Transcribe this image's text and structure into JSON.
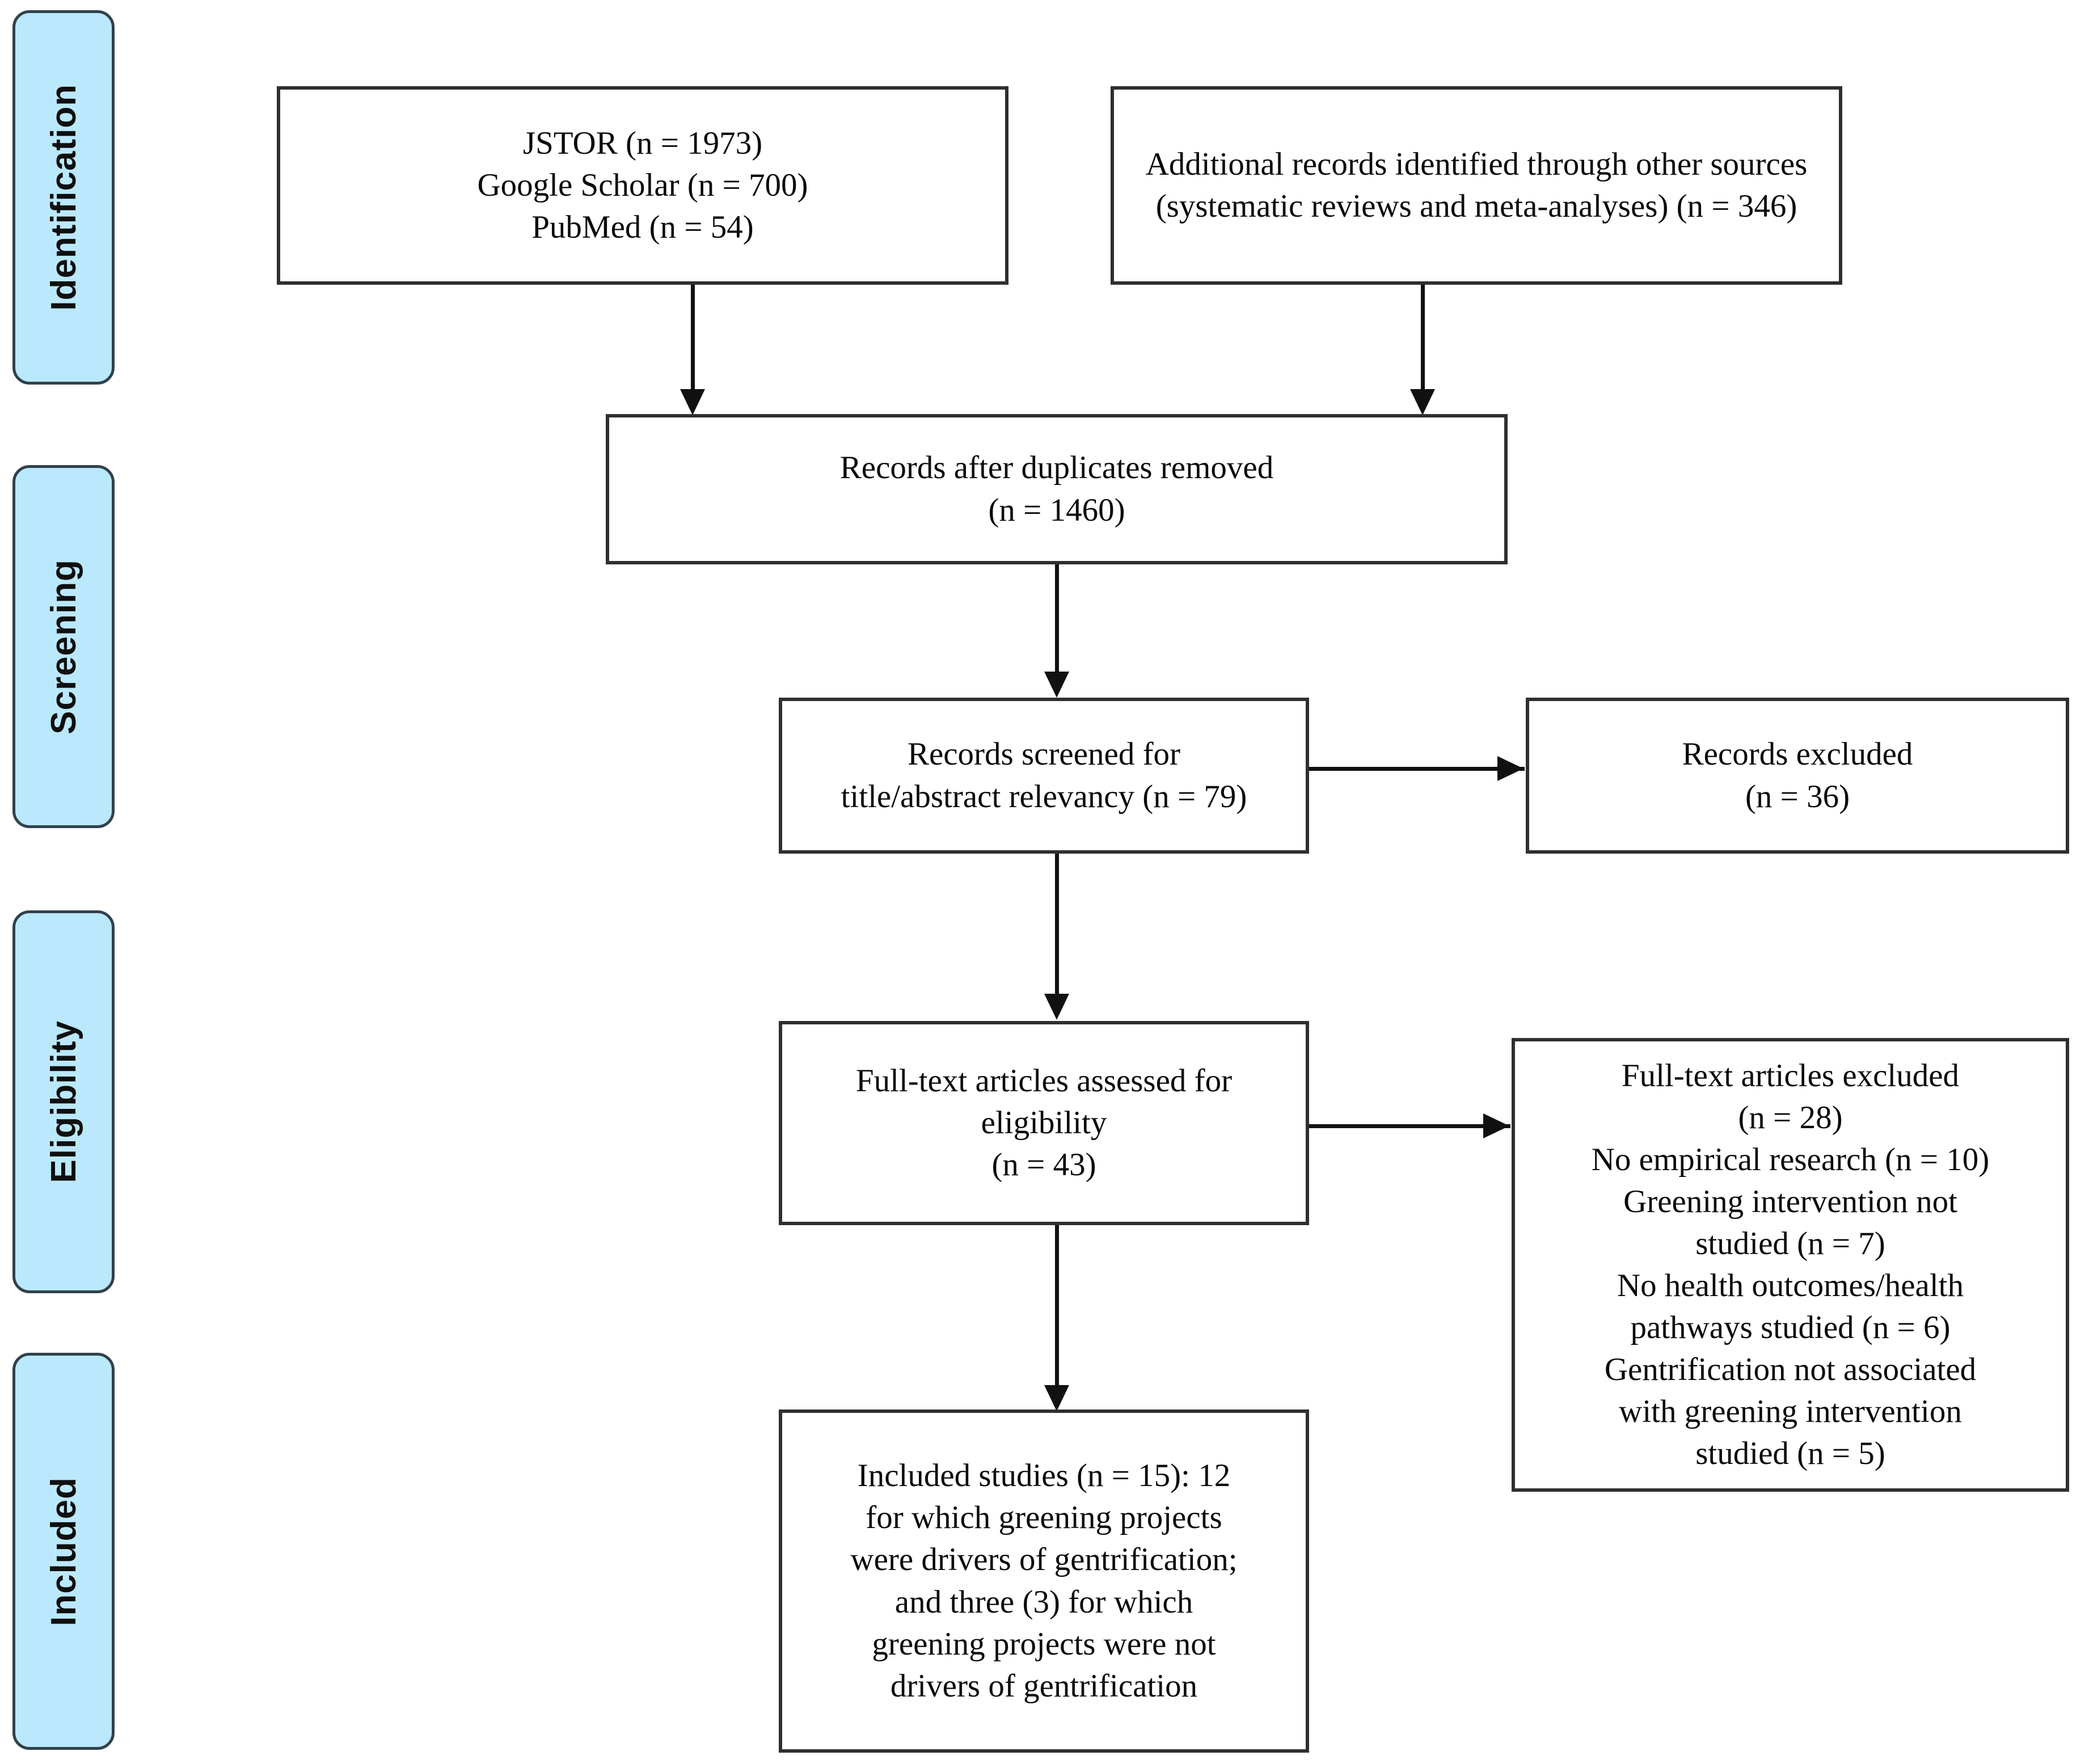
{
  "diagram": {
    "type": "prisma-flow-diagram",
    "accent_color": "#bae8fd",
    "border_color": "#2f2f2f",
    "connector_color": "#111111",
    "background": "#ffffff"
  },
  "phases": [
    {
      "id": "identification",
      "label": "Identification"
    },
    {
      "id": "screening",
      "label": "Screening"
    },
    {
      "id": "eligibility",
      "label": "Eligibility"
    },
    {
      "id": "included",
      "label": "Included"
    }
  ],
  "boxes": {
    "databases": {
      "text": "JSTOR (n = 1973)\nGoogle Scholar (n = 700)\nPubMed (n = 54)",
      "sources": [
        {
          "name": "JSTOR",
          "n": 1973
        },
        {
          "name": "Google Scholar",
          "n": 700
        },
        {
          "name": "PubMed",
          "n": 54
        }
      ]
    },
    "other_sources": {
      "text": "Additional records identified through other sources (systematic reviews and meta-analyses) (n = 346)",
      "n": 346
    },
    "duplicates_removed": {
      "text": "Records after duplicates removed\n(n = 1460)",
      "n": 1460
    },
    "records_screened": {
      "text": "Records screened for\ntitle/abstract relevancy (n = 79)",
      "n": 79
    },
    "records_excluded": {
      "text": "Records excluded\n(n = 36)",
      "n": 36
    },
    "fulltext_assessed": {
      "text": "Full-text articles assessed for\neligibility\n(n = 43)",
      "n": 43
    },
    "fulltext_excluded": {
      "text": "Full-text articles excluded\n(n = 28)\nNo empirical research (n = 10)\nGreening intervention not\nstudied (n = 7)\nNo health outcomes/health\npathways studied (n = 6)\nGentrification not associated\nwith greening intervention\nstudied (n = 5)",
      "n": 28,
      "reasons": [
        {
          "reason": "No empirical research",
          "n": 10
        },
        {
          "reason": "Greening intervention not studied",
          "n": 7
        },
        {
          "reason": "No health outcomes/health pathways studied",
          "n": 6
        },
        {
          "reason": "Gentrification not associated with greening intervention studied",
          "n": 5
        }
      ]
    },
    "included_studies": {
      "text": "Included studies (n = 15): 12\nfor which greening projects\nwere drivers of gentrification;\nand three (3) for which\ngreening projects were not\ndrivers of gentrification",
      "n": 15,
      "drivers_of_gentrification": 12,
      "not_drivers_of_gentrification": 3
    }
  }
}
